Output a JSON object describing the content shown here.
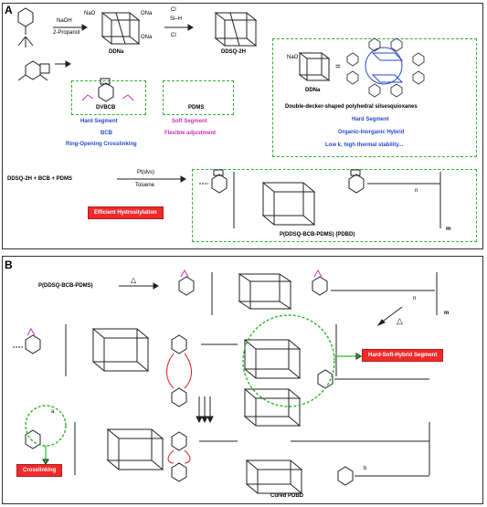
{
  "panels": {
    "a_label": "A",
    "b_label": "B"
  },
  "panel_a": {
    "reagent_top": "NaOH",
    "reagent_bottom": "2-Propanol",
    "ddna_label": "DDNa",
    "ddsq2h_label": "DDSQ-2H",
    "silane_cl_top": "Cl",
    "silane_mid": "Si–H",
    "silane_cl_bottom": "Cl",
    "ona_1": "ONa",
    "ona_2": "ONa",
    "nao_1": "NaO",
    "nao_2": "NaO",
    "ddna_box_label": "DDNa",
    "equals": "=",
    "dd_desc": "Double-decker-shaped polyhedral silsesquioxanes",
    "dd_hard": "Hard Segment",
    "dd_hybrid": "Organic-Inorganic Hybrid",
    "dd_props": "Low k, high thermal stability...",
    "dvbcb_label": "DVBCB",
    "bcb_hard": "Hard Segment",
    "bcb_name": "BCB",
    "bcb_cross": "Ring-Opening Crosslinking",
    "pdms_label": "PDMS",
    "pdms_soft": "Soft Segment",
    "pdms_flex": "Flexible adjustment",
    "reaction_lhs": "DDSQ-2H  +  BCB  +  PDMS",
    "catalyst": "Pt(dvs)",
    "solvent": "Toluene",
    "hydrosilylation": "Efficient Hydrosilylation",
    "polymer_name": "P(DDSQ-BCB-PDMS) (PDBD)",
    "sub_n": "n",
    "sub_m": "m"
  },
  "panel_b": {
    "start_label": "P(DDSQ-BCB-PDMS)",
    "heat1": "△",
    "heat2": "△",
    "hard_soft": "Hard-Soft-Hybrid Segment",
    "crosslinking": "Crosslinking",
    "cured": "Cured PDBD",
    "sub_a": "a",
    "sub_b": "b",
    "sub_n": "n",
    "sub_m": "m"
  },
  "colors": {
    "accent_blue": "#2a49c9",
    "accent_magenta": "#c733b6",
    "green_dash": "#2db52d",
    "red_box": "#ee2a2a"
  }
}
